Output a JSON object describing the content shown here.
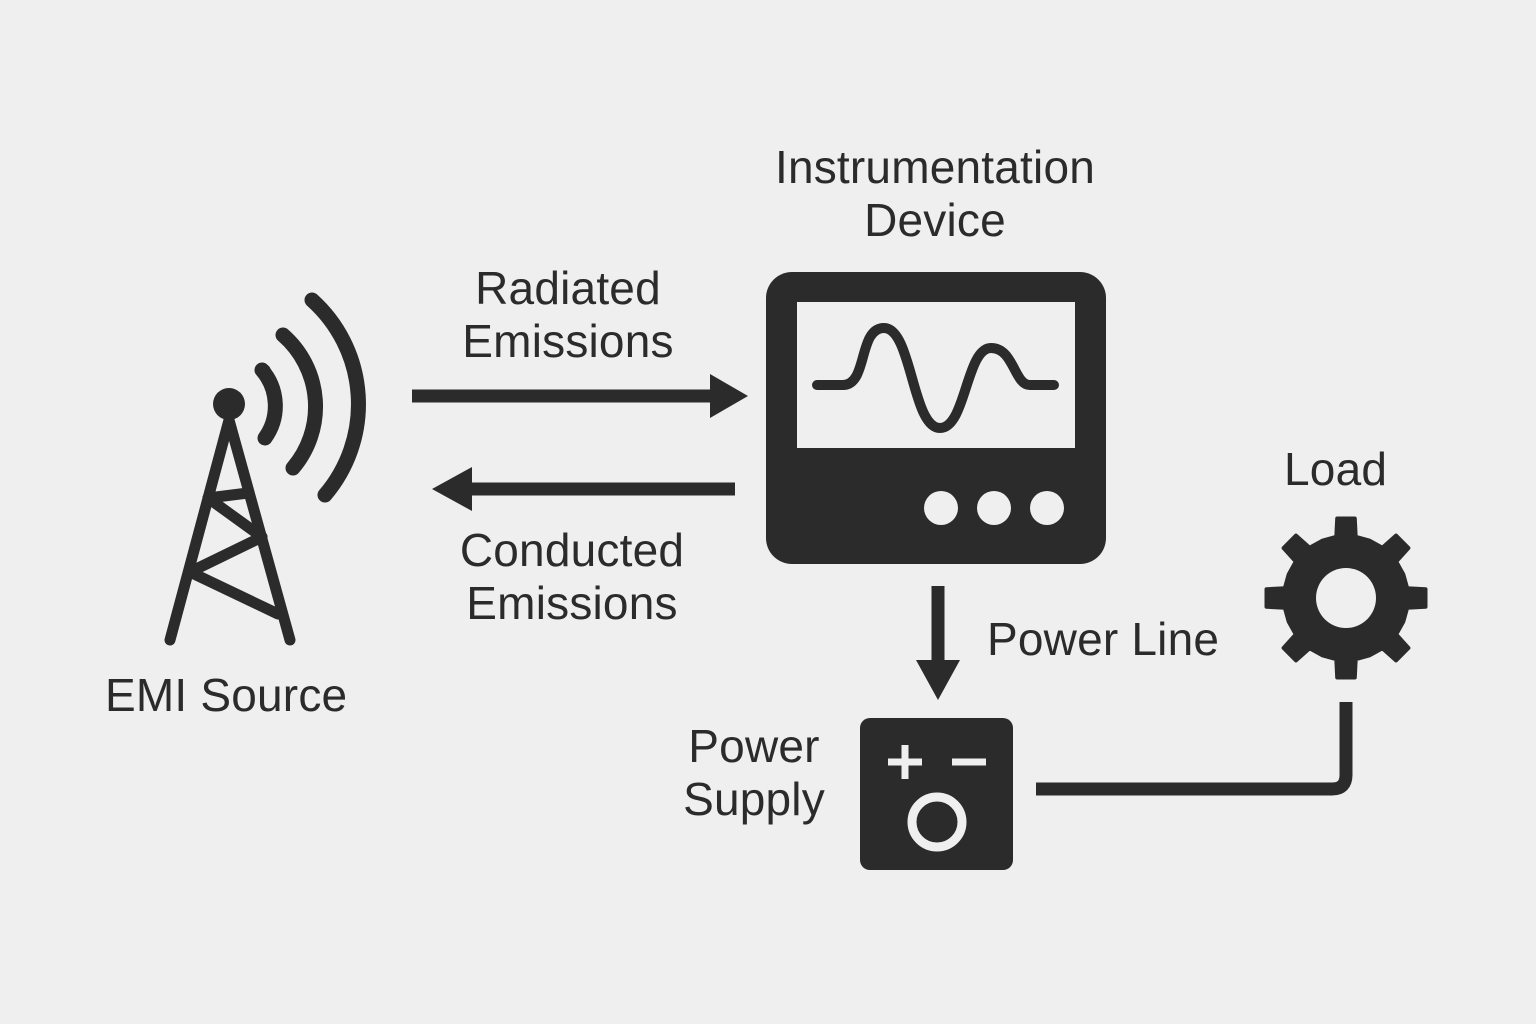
{
  "colors": {
    "background": "#efefef",
    "ink": "#2b2b2b",
    "screen": "#efefef"
  },
  "labels": {
    "instrumentation_device": [
      "Instrumentation",
      "Device"
    ],
    "radiated_emissions": [
      "Radiated",
      "Emissions"
    ],
    "conducted_emissions": [
      "Conducted",
      "Emissions"
    ],
    "emi_source": "EMI Source",
    "load": "Load",
    "power_line": "Power Line",
    "power_supply": [
      "Power",
      "Supply"
    ]
  },
  "icons": {
    "emi_source": "radio-tower-icon",
    "instrument": "oscilloscope-monitor-icon",
    "power_supply": "power-supply-icon",
    "load": "gear-icon"
  },
  "connections": [
    {
      "from": "EMI Source",
      "to": "Instrumentation Device",
      "type": "arrow"
    },
    {
      "from": "Instrumentation Device",
      "to": "EMI Source",
      "type": "arrow"
    },
    {
      "from": "Instrumentation Device",
      "to": "Power Supply",
      "type": "arrow"
    },
    {
      "from": "Power Supply",
      "to": "Load",
      "type": "line"
    }
  ]
}
